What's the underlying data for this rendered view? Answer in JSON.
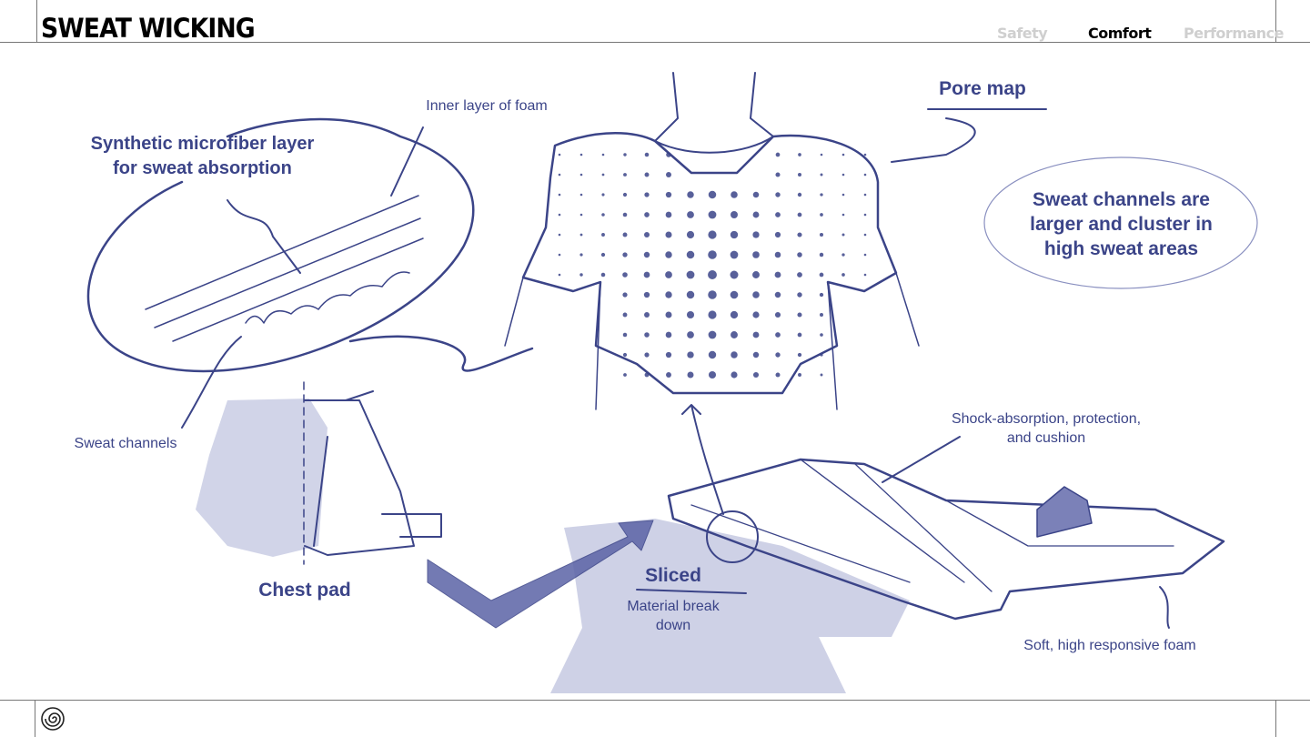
{
  "header": {
    "title": "SWEAT WICKING",
    "tabs": [
      {
        "label": "Safety",
        "active": false
      },
      {
        "label": "Comfort",
        "active": true
      },
      {
        "label": "Performance",
        "active": false
      }
    ]
  },
  "annotations": {
    "inner_layer": "Inner layer of foam",
    "microfiber_line1": "Synthetic microfiber layer",
    "microfiber_line2": "for sweat absorption",
    "sweat_channels": "Sweat channels",
    "chest_pad": "Chest pad",
    "pore_map": "Pore map",
    "callout_line1": "Sweat channels are",
    "callout_line2": "larger and cluster in",
    "callout_line3": "high sweat areas",
    "shock_line1": "Shock-absorption, protection,",
    "shock_line2": "and cushion",
    "sliced": "Sliced",
    "material_line1": "Material break",
    "material_line2": "down",
    "soft_foam": "Soft, high responsive foam"
  },
  "colors": {
    "ink": "#3b4488",
    "shade": "#c5c9e2",
    "nav_inactive": "#cfcfcf"
  },
  "footer": {
    "logo_icon": "spiral-logo-icon"
  }
}
